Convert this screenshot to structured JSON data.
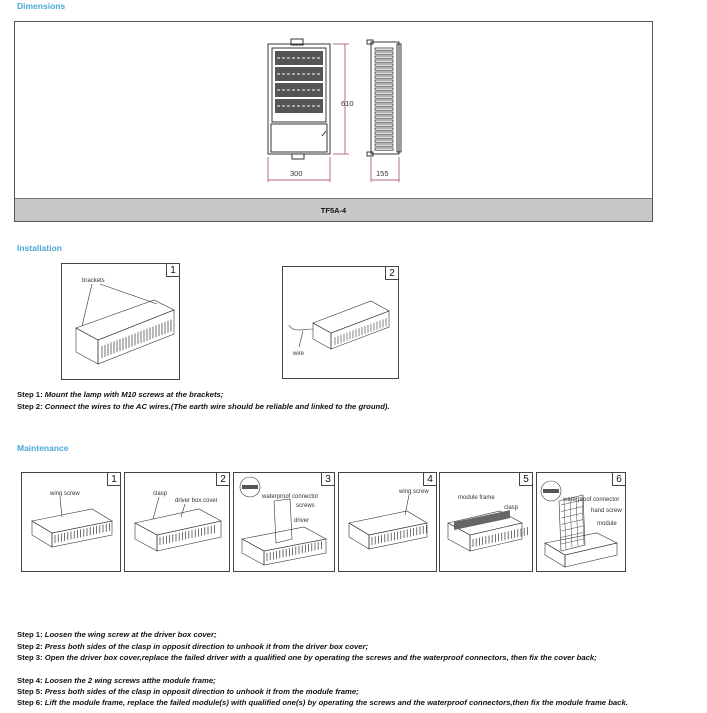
{
  "sections": {
    "dimensions": "Dimensions",
    "installation": "Installation",
    "maintenance": "Maintenance"
  },
  "dimensions": {
    "height": "610",
    "width": "300",
    "depth": "155",
    "model": "TF5A-4",
    "line_color": "#a0306a"
  },
  "installation": {
    "figures": [
      {
        "num": "1",
        "label": "brackets"
      },
      {
        "num": "2",
        "label": "wire"
      }
    ],
    "steps": [
      {
        "prefix": "Step 1:",
        "text": "Mount the lamp with M10 screws at the brackets;"
      },
      {
        "prefix": "Step 2:",
        "text": "Connect the wires to the AC wires.(The earth wire should be reliable and linked to the ground)."
      }
    ]
  },
  "maintenance": {
    "figures": [
      {
        "num": "1",
        "labels": [
          "wing screw"
        ]
      },
      {
        "num": "2",
        "labels": [
          "clasp",
          "driver box cover"
        ]
      },
      {
        "num": "3",
        "labels": [
          "waterproof connector",
          "screws",
          "driver"
        ]
      },
      {
        "num": "4",
        "labels": [
          "wing screw"
        ]
      },
      {
        "num": "5",
        "labels": [
          "module frame",
          "clasp"
        ]
      },
      {
        "num": "6",
        "labels": [
          "waterproof connector",
          "hand screw",
          "module"
        ]
      }
    ],
    "steps": [
      {
        "prefix": "Step 1:",
        "text": "Loosen the wing screw at the driver box cover;"
      },
      {
        "prefix": "Step 2:",
        "text": "Press both sides of the clasp in opposit direction to unhook it from the driver box cover;"
      },
      {
        "prefix": "Step 3:",
        "text": "Open the driver box cover,replace the failed driver with a qualified one by operating the screws and the waterproof connectors, then fix the cover back;"
      },
      {
        "prefix": "Step 4:",
        "text": "Loosen the 2 wing screws atthe module frame;"
      },
      {
        "prefix": "Step 5:",
        "text": "Press both sides of the clasp in opposit direction to unhook it from the module frame;"
      },
      {
        "prefix": "Step 6:",
        "text": "Lift the module frame, replace the failed module(s) with qualified one(s) by operating the screws and the waterproof connectors,then fix the module frame back."
      }
    ]
  }
}
